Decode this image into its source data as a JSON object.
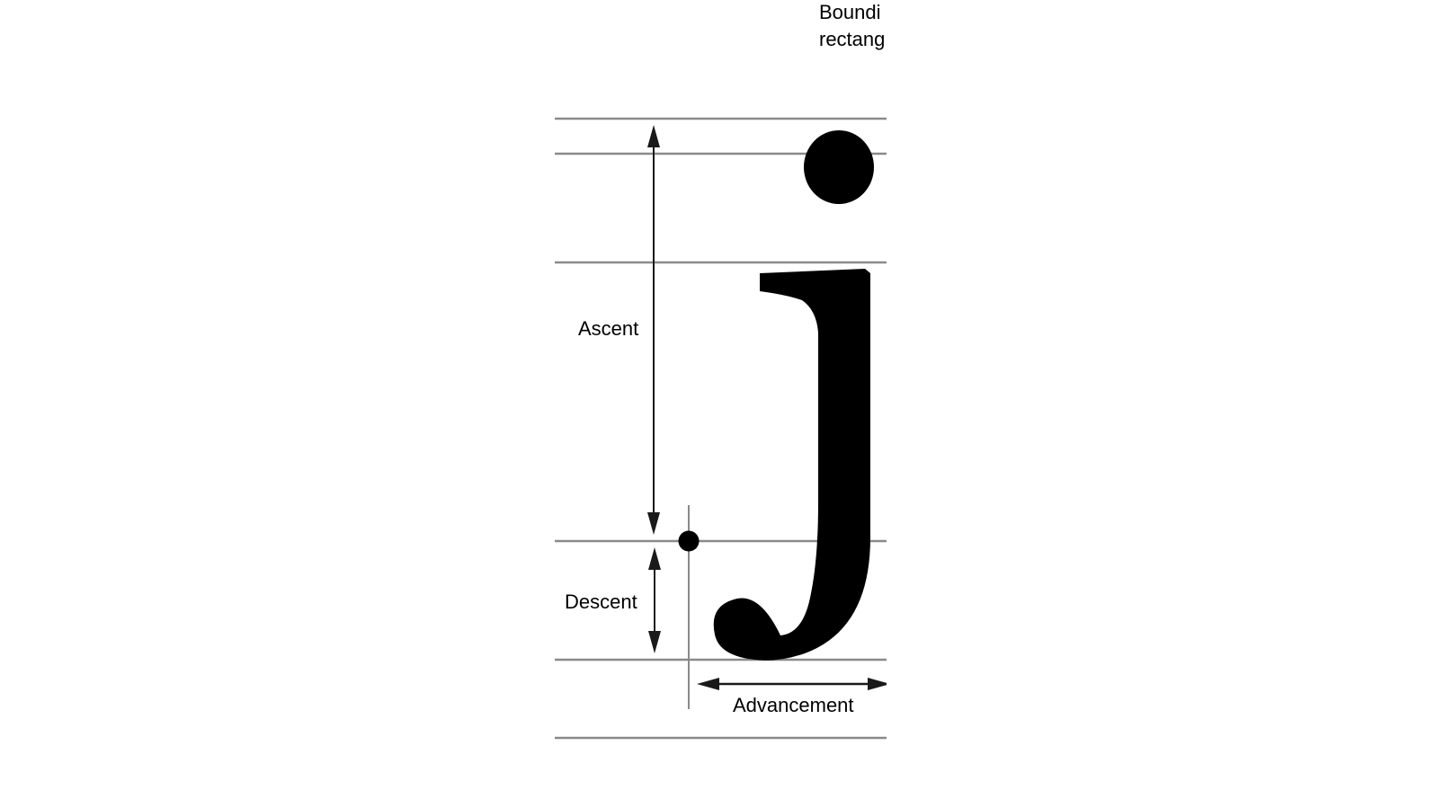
{
  "labels": {
    "bounding_rect_line1": "Boundi",
    "bounding_rect_line2": "rectang",
    "ascent": "Ascent",
    "descent": "Descent",
    "advancement": "Advancement"
  },
  "colors": {
    "metric_line": "#8a8a8a",
    "arrow": "#1a1a1a",
    "glyph": "#000000",
    "text": "#000000",
    "background": "#ffffff"
  }
}
